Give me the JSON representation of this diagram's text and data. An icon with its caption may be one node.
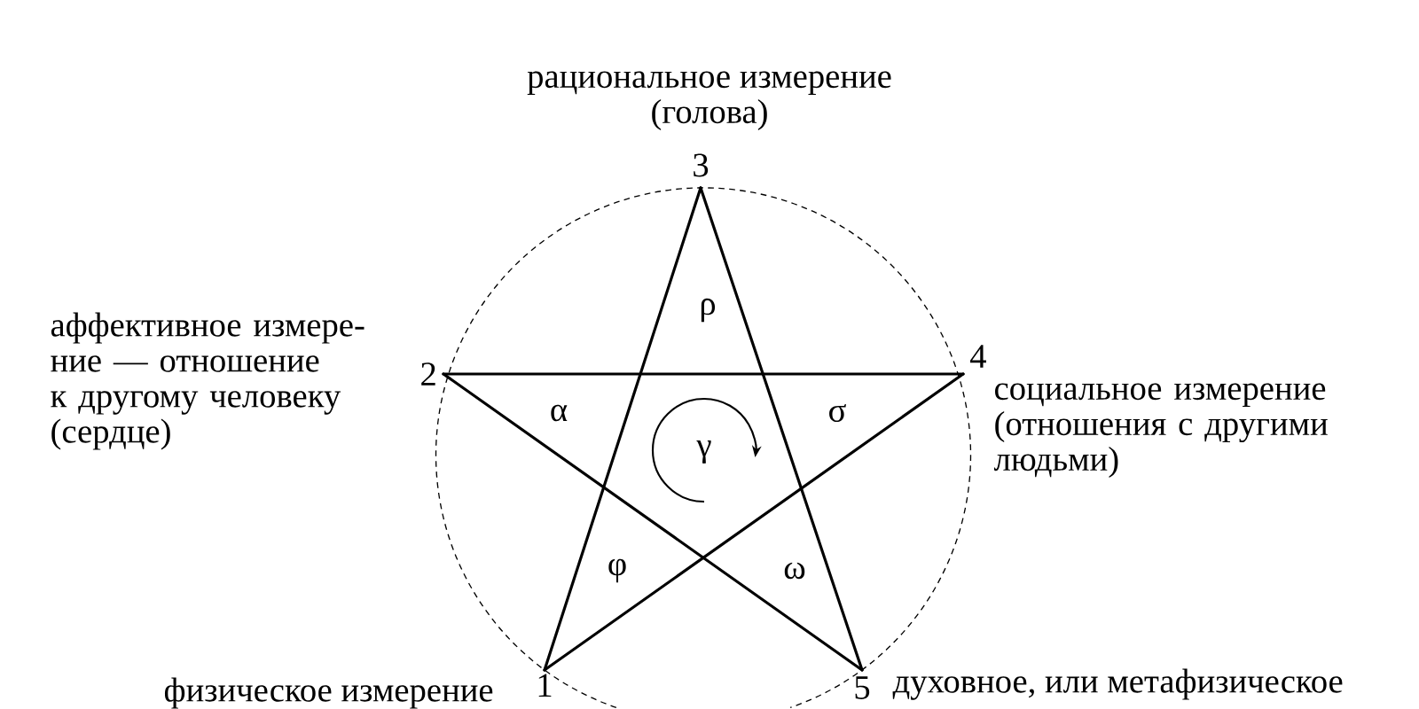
{
  "diagram": {
    "nodes": [
      {
        "text": [
          "3"
        ],
        "beside": [
          "рациональное измерение (голова)"
        ]
      },
      {
        "text": [
          "2"
        ],
        "beside": [
          "аффективное измере- ние — отношение к другому человеку (сердце)"
        ]
      },
      {
        "text": [
          "4"
        ],
        "beside": [
          "социальное измерение (отношения с другими людьми)"
        ]
      },
      {
        "text": [
          "1"
        ],
        "beside": [
          "физическое измерение"
        ]
      },
      {
        "text": [
          "5"
        ],
        "beside": [
          "духовное, или метафизическое"
        ]
      }
    ],
    "edges": [
      {
        "from": 0,
        "to": 3,
        "arrow": "none"
      },
      {
        "from": 0,
        "to": 4,
        "arrow": "none"
      },
      {
        "from": 1,
        "to": 2,
        "arrow": "none"
      },
      {
        "from": 1,
        "to": 4,
        "arrow": "none"
      },
      {
        "from": 2,
        "to": 3,
        "arrow": "none"
      }
    ],
    "labels": [
      "ρ",
      "α",
      "σ",
      "γ",
      "φ",
      "ω"
    ]
  }
}
